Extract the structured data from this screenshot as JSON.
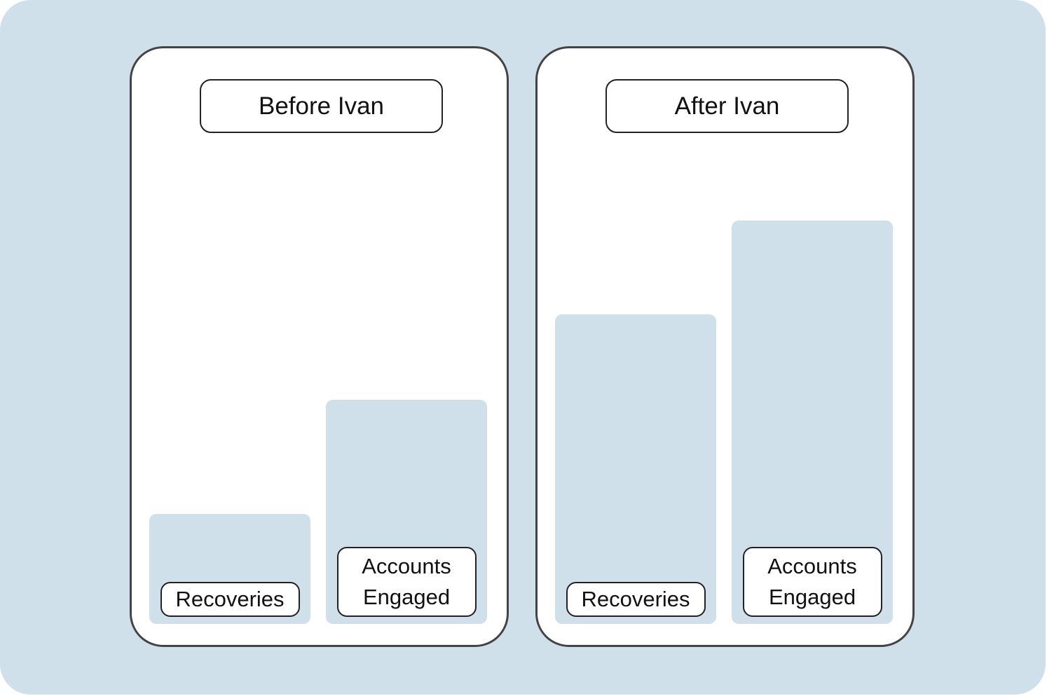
{
  "chart_data": [
    {
      "type": "bar",
      "title": "Before Ivan",
      "categories": [
        "Recoveries",
        "Accounts Engaged"
      ],
      "category_lines": [
        [
          "Recoveries"
        ],
        [
          "Accounts",
          "Engaged"
        ]
      ],
      "values": [
        0.27,
        0.55
      ],
      "ylim": [
        0,
        1
      ],
      "grid": false
    },
    {
      "type": "bar",
      "title": "After Ivan",
      "categories": [
        "Recoveries",
        "Accounts Engaged"
      ],
      "category_lines": [
        [
          "Recoveries"
        ],
        [
          "Accounts",
          "Engaged"
        ]
      ],
      "values": [
        0.76,
        0.99
      ],
      "ylim": [
        0,
        1
      ],
      "grid": false
    }
  ],
  "colors": {
    "background": "#cfe0ea",
    "bar": "#cfe0ea",
    "panel": "#ffffff",
    "border": "#444444"
  }
}
